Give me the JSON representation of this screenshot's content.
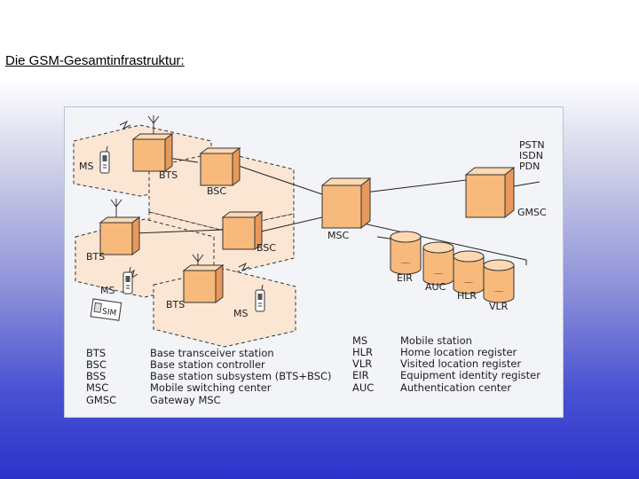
{
  "page_title": "Die GSM-Gesamtinfrastruktur:",
  "diagram": {
    "nodes": {
      "ms1": "MS",
      "ms2": "MS",
      "ms3": "MS",
      "bts1": "BTS",
      "bts2": "BTS",
      "bts3": "BTS",
      "bsc1": "BSC",
      "bsc2": "BSC",
      "msc": "MSC",
      "gmsc": "GMSC",
      "eir": "EIR",
      "auc": "AUC",
      "hlr": "HLR",
      "vlr": "VLR",
      "sim": "SIM",
      "pstn": "PSTN",
      "isdn": "ISDN",
      "pdn": "PDN"
    },
    "legend_left": [
      {
        "abbr": "BTS",
        "desc": "Base transceiver station"
      },
      {
        "abbr": "BSC",
        "desc": "Base station controller"
      },
      {
        "abbr": "BSS",
        "desc": "Base station subsystem (BTS+BSC)"
      },
      {
        "abbr": "MSC",
        "desc": "Mobile switching center"
      },
      {
        "abbr": "GMSC",
        "desc": "Gateway MSC"
      }
    ],
    "legend_right": [
      {
        "abbr": "MS",
        "desc": "Mobile station"
      },
      {
        "abbr": "HLR",
        "desc": "Home location register"
      },
      {
        "abbr": "VLR",
        "desc": "Visited location register"
      },
      {
        "abbr": "EIR",
        "desc": "Equipment identity register"
      },
      {
        "abbr": "AUC",
        "desc": "Authentication center"
      }
    ],
    "colors": {
      "box_front": "#f7b97c",
      "box_top": "#fcd9b3",
      "box_side": "#e8995a",
      "cell_fill": "#fbe6d4",
      "figure_bg": "#f2f4f7"
    }
  }
}
